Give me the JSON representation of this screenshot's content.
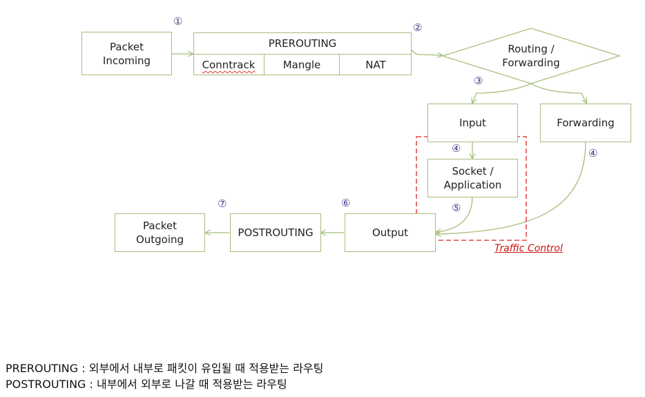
{
  "nodes": {
    "packet_incoming": "Packet\nIncoming",
    "prerouting": {
      "title": "PREROUTING",
      "cells": [
        "Conntrack",
        "Mangle",
        "NAT"
      ]
    },
    "routing": "Routing /\nForwarding",
    "input": "Input",
    "forwarding": "Forwarding",
    "socket_app": "Socket /\nApplication",
    "output": "Output",
    "postrouting": "POSTROUTING",
    "packet_outgoing": "Packet\nOutgoing"
  },
  "step_numbers": {
    "s1": "①",
    "s2": "②",
    "s3": "③",
    "s4a": "④",
    "s4b": "④",
    "s5": "⑤",
    "s6": "⑥",
    "s7": "⑦"
  },
  "traffic_control_label": "Traffic Control",
  "notes": [
    "PREROUTING : 외부에서 내부로 패킷이 유입될 때 적용받는 라우팅",
    "POSTROUTING : 내부에서 외부로 나갈 때 적용받는 라우팅"
  ],
  "colors": {
    "box_border": "#a3bd7a",
    "arrow": "#a3bd7a",
    "number": "#4a3b86",
    "traffic_control": "#cc1111"
  }
}
